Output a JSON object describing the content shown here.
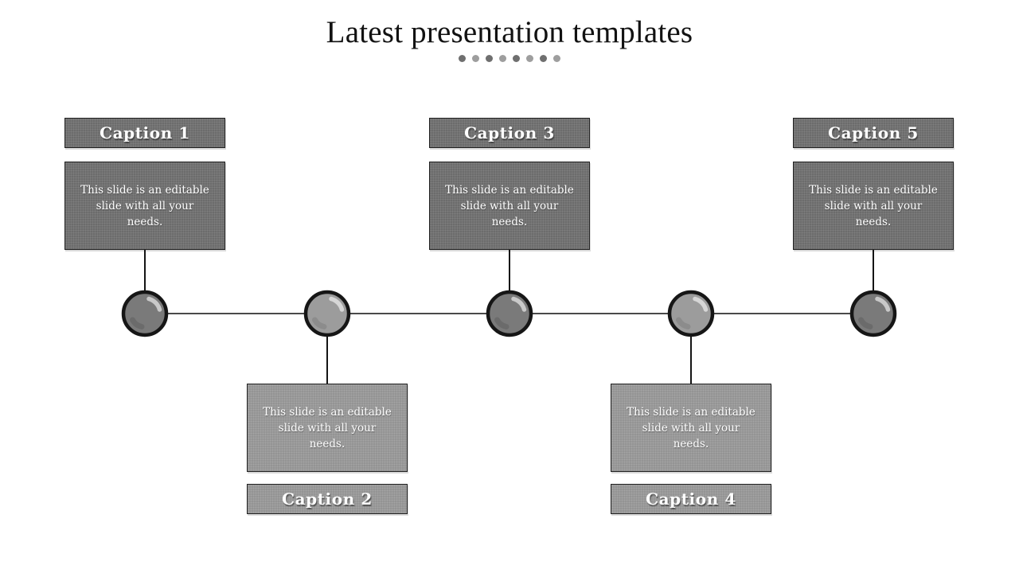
{
  "slide": {
    "title": "Latest presentation templates",
    "dots": [
      "#6f6f6f",
      "#9e9e9e",
      "#6f6f6f",
      "#9e9e9e",
      "#6f6f6f",
      "#9e9e9e",
      "#6f6f6f",
      "#9e9e9e"
    ]
  },
  "theme": {
    "title_color": "#121212",
    "box_dark": "#727272",
    "box_light": "#9c9c9c",
    "circle_dark": "#7a7a7a",
    "circle_light": "#9c9c9c",
    "circle_stroke": "#161616",
    "circle_highlight": "#c9c9c9",
    "border": "#222222",
    "line": "#4a4a4a",
    "connector": "#141414",
    "text": "#ffffff"
  },
  "milestones": [
    {
      "caption": "Caption 1",
      "body": "This slide is an editable slide with all your needs.",
      "position": "top",
      "tone": "dark"
    },
    {
      "caption": "Caption 2",
      "body": "This slide is an editable slide with all your needs.",
      "position": "bottom",
      "tone": "light"
    },
    {
      "caption": "Caption 3",
      "body": "This slide is an editable slide with all your needs.",
      "position": "top",
      "tone": "dark"
    },
    {
      "caption": "Caption 4",
      "body": "This slide is an editable slide with all your needs.",
      "position": "bottom",
      "tone": "light"
    },
    {
      "caption": "Caption 5",
      "body": "This slide is an editable slide with all your needs.",
      "position": "top",
      "tone": "dark"
    }
  ]
}
